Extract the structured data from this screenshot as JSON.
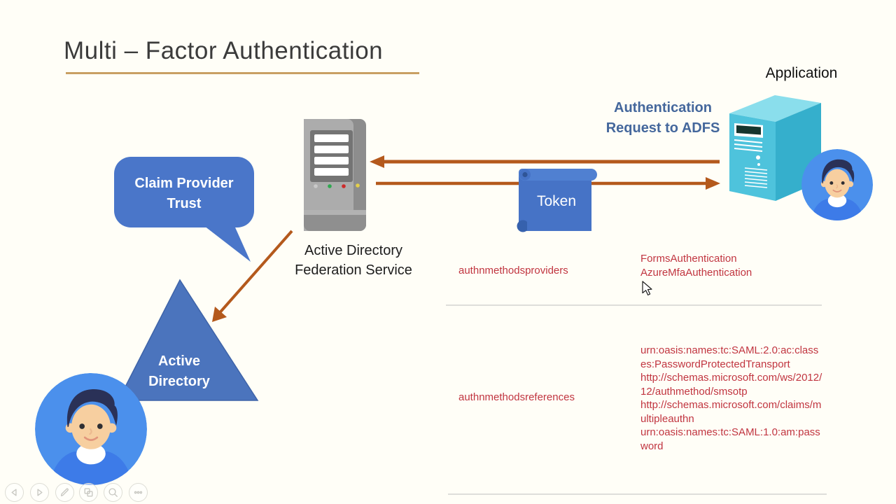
{
  "slide": {
    "title": "Multi – Factor Authentication",
    "background_color": "#FFFEF7"
  },
  "diagram": {
    "application_label": "Application",
    "auth_request": {
      "line1": "Authentication",
      "line2": "Request to ADFS"
    },
    "claim_provider_trust_label": "Claim Provider Trust",
    "adfs_label": "Active Directory Federation Service",
    "token_label": "Token",
    "active_directory_label": "Active Directory",
    "icon_names": [
      "application-server-icon",
      "adfs-server-icon",
      "user-avatar-icon",
      "token-scroll-icon",
      "active-directory-triangle",
      "claim-provider-trust-bubble",
      "arrow-to-adfs",
      "arrow-to-application",
      "arrow-to-active-directory",
      "mouse-cursor"
    ],
    "colors": {
      "shape_blue": "#4673C6",
      "triangle_blue": "#4B74BD",
      "arrow_brown": "#B4591C",
      "tower_cyan": "#4EC3DC",
      "server_gray": "#ABABAB",
      "underline_gold": "#C9A063",
      "auth_text_blue": "#44679C",
      "red_text": "#C13540"
    }
  },
  "table": {
    "rows": [
      {
        "key": "authnmethodsproviders",
        "values": [
          "FormsAuthentication",
          "AzureMfaAuthentication"
        ]
      },
      {
        "key": "authnmethodsreferences",
        "values": [
          "urn:oasis:names:tc:SAML:2.0:ac:classes:PasswordProtectedTransport",
          "http://schemas.microsoft.com/ws/2012/12/authmethod/smsotp",
          "http://schemas.microsoft.com/claims/multipleauthn",
          "urn:oasis:names:tc:SAML:1.0:am:password"
        ]
      }
    ]
  },
  "toolbar": {
    "icons": [
      "previous-slide-icon",
      "next-slide-icon",
      "pen-icon",
      "see-all-slides-icon",
      "zoom-icon",
      "more-options-icon"
    ]
  }
}
